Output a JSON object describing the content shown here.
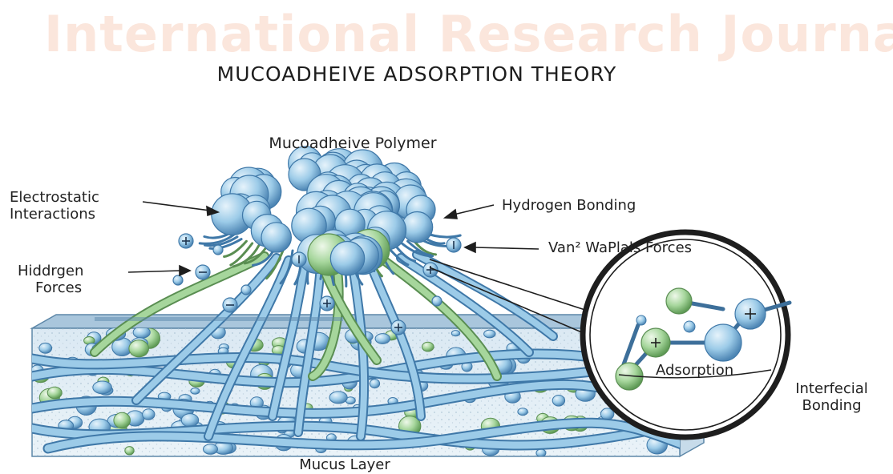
{
  "watermark": "International Research Journal",
  "title": "MUCOADHEIVE ADSORPTION THEORY",
  "labels": {
    "polymer": "Mucoadheive Polymer",
    "electrostatic_1": "Electrostatic",
    "electrostatic_2": "Interactions",
    "hydrogen_bonding": "Hydrogen Bonding",
    "vdw": "Van² WaPlals Forces",
    "hiddrgen_1": "Hiddrgen",
    "hiddrgen_2": "Forces",
    "adsorption": "Adsorption",
    "interfacial_1": "Interfecial",
    "interfacial_2": "Bonding",
    "mucus_layer": "Mucus Layer"
  },
  "colors": {
    "blue_sphere": "#8fc2e4",
    "blue_dark": "#3f78a8",
    "green_sphere": "#9dcf94",
    "mucus_bg": "#e3eef6"
  }
}
